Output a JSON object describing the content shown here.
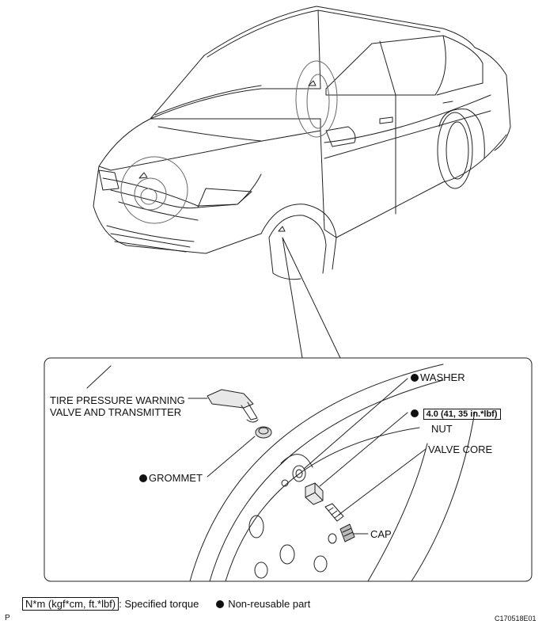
{
  "labels": {
    "transmitter_line1": "TIRE PRESSURE WARNING",
    "transmitter_line2": "VALVE AND TRANSMITTER",
    "washer": "WASHER",
    "torque": "4.0 (41, 35 in.*lbf)",
    "nut": "NUT",
    "valve_core": "VALVE CORE",
    "grommet": "GROMMET",
    "cap": "CAP"
  },
  "legend": {
    "torque_units": "N*m (kgf*cm, ft.*lbf)",
    "torque_desc": ": Specified torque",
    "nonreusable": "Non-reusable part"
  },
  "footer": {
    "left_code": "P",
    "right_code": "C170518E01"
  }
}
